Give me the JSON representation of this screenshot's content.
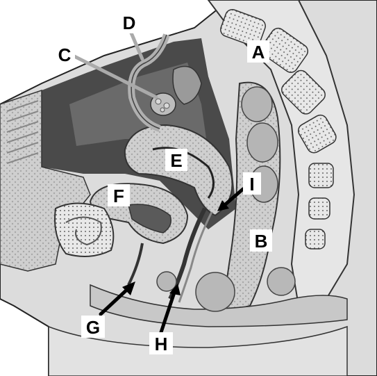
{
  "figure": {
    "labels": [
      {
        "id": "A",
        "text": "A"
      },
      {
        "id": "B",
        "text": "B"
      },
      {
        "id": "C",
        "text": "C"
      },
      {
        "id": "D",
        "text": "D"
      },
      {
        "id": "E",
        "text": "E"
      },
      {
        "id": "F",
        "text": "F"
      },
      {
        "id": "G",
        "text": "G"
      },
      {
        "id": "H",
        "text": "H"
      },
      {
        "id": "I",
        "text": "I"
      }
    ]
  },
  "colors": {
    "skin": "#d9d9d9",
    "tissue": "#c4c4c4",
    "cavity": "#555555",
    "dark": "#3a3a3a",
    "bone": "#e6e6e6",
    "outline": "#222222"
  }
}
